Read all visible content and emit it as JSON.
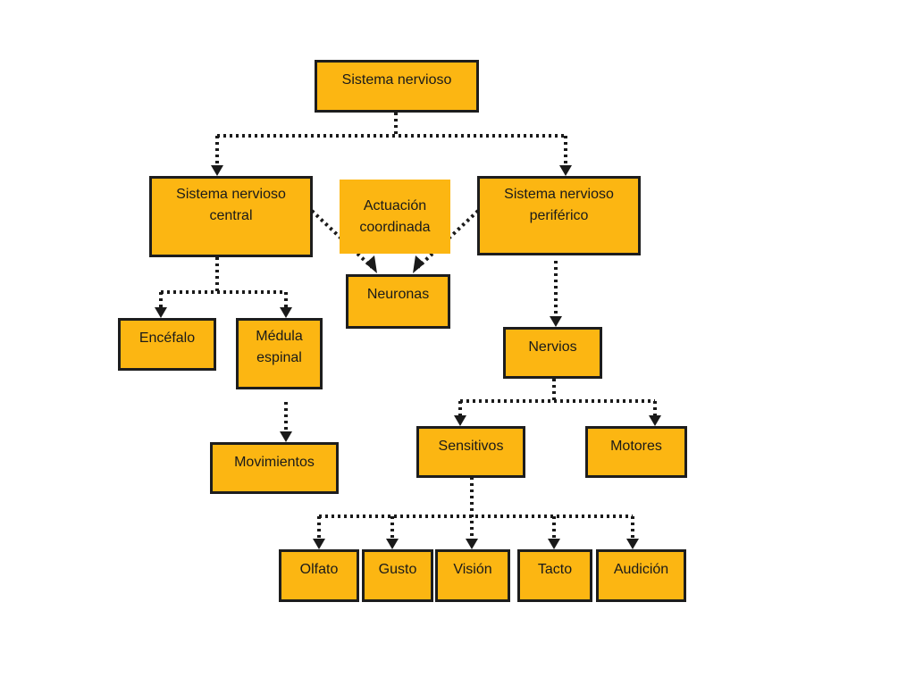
{
  "diagram": {
    "colors": {
      "box_fill": "#fcb612",
      "box_border": "#1d1d1d",
      "connector": "#1a1a1a",
      "background": "#ffffff"
    },
    "nodes": {
      "sistema_nervioso": "Sistema nervioso",
      "snc": "Sistema nervioso\ncentral",
      "actuacion": "Actuación\ncoordinada",
      "snp": "Sistema nervioso\nperiférico",
      "neuronas": "Neuronas",
      "encefalo": "Encéfalo",
      "medula": "Médula\nespinal",
      "movimientos": "Movimientos",
      "nervios": "Nervios",
      "sensitivos": "Sensitivos",
      "motores": "Motores",
      "olfato": "Olfato",
      "gusto": "Gusto",
      "vision": "Visión",
      "tacto": "Tacto",
      "audicion": "Audición"
    },
    "edges": [
      [
        "sistema_nervioso",
        "snc"
      ],
      [
        "sistema_nervioso",
        "snp"
      ],
      [
        "snc",
        "neuronas"
      ],
      [
        "snp",
        "neuronas"
      ],
      [
        "snc",
        "encefalo"
      ],
      [
        "snc",
        "medula"
      ],
      [
        "medula",
        "movimientos"
      ],
      [
        "snp",
        "nervios"
      ],
      [
        "nervios",
        "sensitivos"
      ],
      [
        "nervios",
        "motores"
      ],
      [
        "sensitivos",
        "olfato"
      ],
      [
        "sensitivos",
        "gusto"
      ],
      [
        "sensitivos",
        "vision"
      ],
      [
        "sensitivos",
        "tacto"
      ],
      [
        "sensitivos",
        "audicion"
      ]
    ]
  }
}
